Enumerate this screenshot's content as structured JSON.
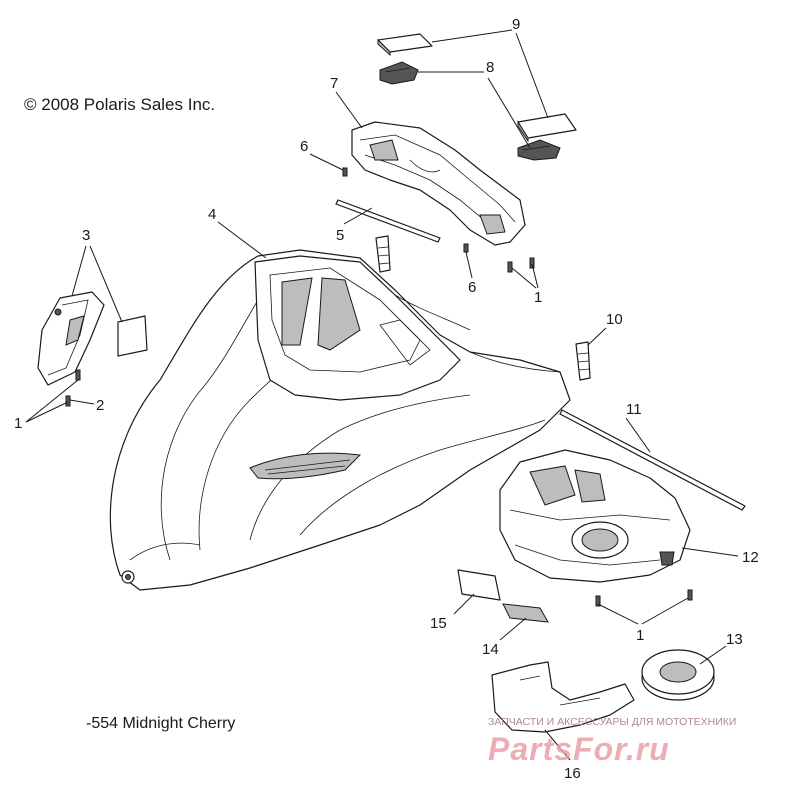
{
  "copyright": "© 2008 Polaris Sales Inc.",
  "color_note": "-554 Midnight Cherry",
  "watermark": {
    "caption": "ЗАПЧАСТИ И АКСЕССУАРЫ ДЛЯ МОТОТЕХНИКИ",
    "logo_text": "PartsFor.ru",
    "logo_color": "#e8a0a8"
  },
  "callouts": {
    "c1a": "1",
    "c1b": "1",
    "c1c": "1",
    "c2": "2",
    "c3": "3",
    "c4": "4",
    "c5": "5",
    "c6a": "6",
    "c6b": "6",
    "c7": "7",
    "c8": "8",
    "c9": "9",
    "c10": "10",
    "c11": "11",
    "c12": "12",
    "c13": "13",
    "c14": "14",
    "c15": "15",
    "c16": "16"
  }
}
